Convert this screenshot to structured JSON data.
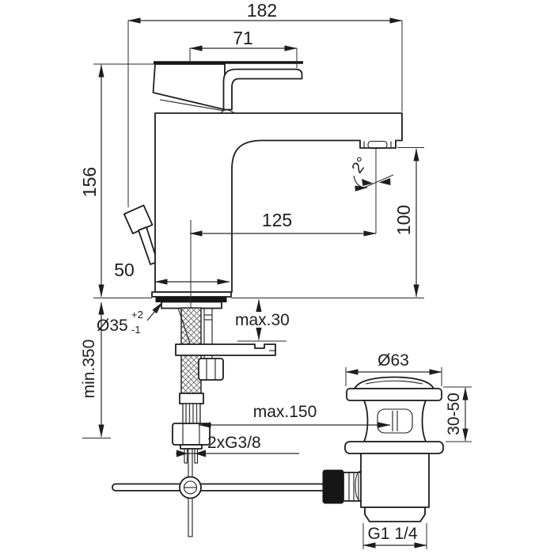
{
  "diagram": {
    "kind": "technical-drawing",
    "units": "mm",
    "colors": {
      "line": "#1d1d1d",
      "dimension": "#2a2a2a",
      "background": "#ffffff",
      "dark_fill": "#161616"
    },
    "labels": {
      "overall_depth": "182",
      "lever_length": "71",
      "overall_height": "156",
      "outlet_height": "100",
      "spout_reach": "125",
      "outlet_angle": "2°",
      "body_depth": "50",
      "hole_diameter": "Ø35",
      "hole_tol_plus": "+2",
      "hole_tol_minus": "-1",
      "deck_thickness_max": "max.30",
      "hose_length_min": "min.350",
      "rod_distance_max": "max.150",
      "supply_thread": "2xG3/8",
      "waste_cap_diameter": "Ø63",
      "waste_deck_range": "30-50",
      "waste_outlet_thread": "G1 1/4"
    }
  }
}
